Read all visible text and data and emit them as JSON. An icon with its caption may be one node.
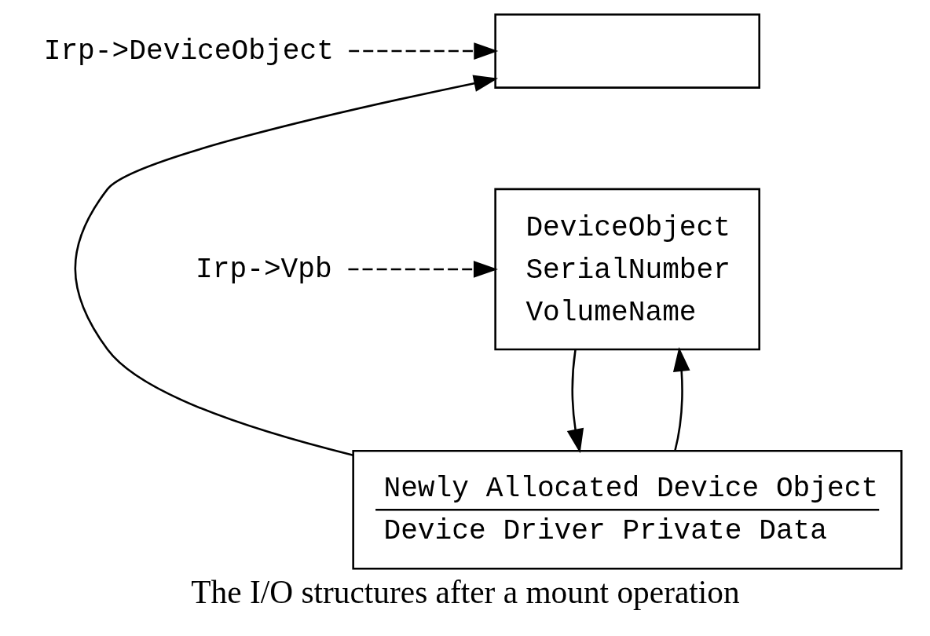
{
  "diagram": {
    "caption": "The I/O structures after a mount operation",
    "nodes": [
      {
        "text": [
          "Irp->DeviceObject"
        ]
      },
      {
        "text": [],
        "shape": "box"
      },
      {
        "text": [
          "Irp->Vpb"
        ]
      },
      {
        "text": [
          "DeviceObject",
          "SerialNumber",
          "VolumeName"
        ]
      },
      {
        "text": [
          "Newly Allocated Device Object",
          "Device Driver Private Data"
        ]
      }
    ],
    "edges": [
      {
        "from": 0,
        "to": 1,
        "arrow": "to",
        "style": "dashed"
      },
      {
        "from": 2,
        "to": 3,
        "arrow": "to",
        "style": "dashed"
      },
      {
        "from": 3,
        "to": 4,
        "arrow": "to"
      },
      {
        "from": 4,
        "to": 3,
        "arrow": "to"
      },
      {
        "from": 4,
        "to": 1,
        "arrow": "to"
      }
    ]
  }
}
